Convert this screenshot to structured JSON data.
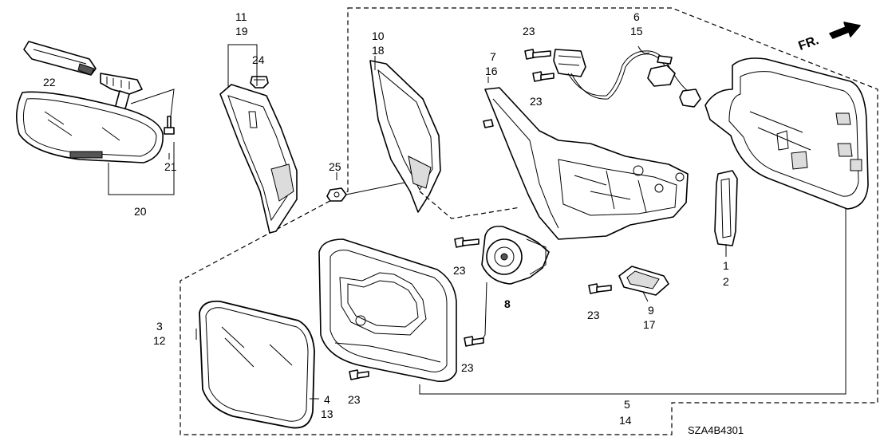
{
  "diagram": {
    "code": "SZA4B4301",
    "direction_label": "FR.",
    "callouts": {
      "c1": "1",
      "c2": "2",
      "c3": "3",
      "c12": "12",
      "c4": "4",
      "c13": "13",
      "c5": "5",
      "c14": "14",
      "c6": "6",
      "c15": "15",
      "c7": "7",
      "c16": "16",
      "c8": "8",
      "c9": "9",
      "c17": "17",
      "c10": "10",
      "c18": "18",
      "c11": "11",
      "c19": "19",
      "c20": "20",
      "c21": "21",
      "c22": "22",
      "c23": "23",
      "c24": "24",
      "c25": "25"
    }
  }
}
